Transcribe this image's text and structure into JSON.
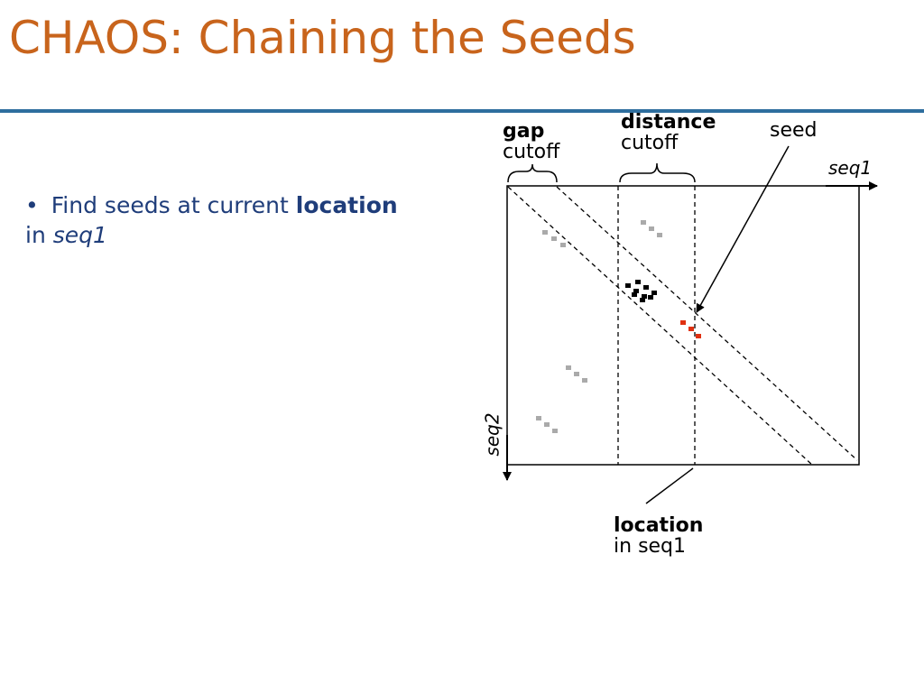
{
  "slide": {
    "title": "CHAOS: Chaining the Seeds"
  },
  "bullet": {
    "marker": "•",
    "pre": "Find seeds at current ",
    "keyword": "location",
    "mid": " in ",
    "seq": "seq1"
  },
  "labels": {
    "gap_bold": "gap",
    "gap_rest": "cutoff",
    "distance_bold": "distance",
    "distance_rest": "cutoff",
    "seed": "seed",
    "seq1": "seq1",
    "seq2": "seq2",
    "location_bold": "location",
    "location_pre": "in ",
    "location_seq": "seq1"
  },
  "colors": {
    "title": "#c8641c",
    "rule": "#2e6e9e",
    "bullet_text": "#1f3d7a",
    "seed_gray": "#aaaaaa",
    "seed_black": "#000000",
    "seed_red": "#e03010"
  }
}
